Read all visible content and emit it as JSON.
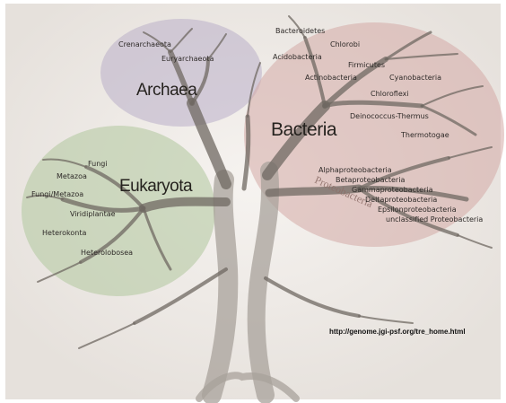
{
  "domains": {
    "archaea": {
      "title": "Archaea",
      "color": "#b9aec8",
      "groups": [
        "Crenarchaeota",
        "Euryarchaeota"
      ]
    },
    "bacteria": {
      "title": "Bacteria",
      "color": "#d4a9a5",
      "groups": [
        "Bacteroidetes",
        "Chlorobi",
        "Acidobacteria",
        "Firmicutes",
        "Actinobacteria",
        "Cyanobacteria",
        "Chloroflexi",
        "Deinococcus-Thermus",
        "Thermotogae"
      ],
      "proteobacteria": {
        "label": "Proteobacteria",
        "classes": [
          "Alphaproteobacteria",
          "Betaproteobacteria",
          "Gammaproteobacteria",
          "Deltaproteobacteria",
          "Epsilonproteobacteria",
          "unclassified Proteobacteria"
        ]
      }
    },
    "eukaryota": {
      "title": "Eukaryota",
      "color": "#b6c9a3",
      "groups": [
        "Fungi",
        "Metazoa",
        "Fungi/Metazoa",
        "Viridiplantae",
        "Heterokonta",
        "Heterolobosea"
      ]
    }
  },
  "source_url": "http://genome.jgi-psf.org/tre_home.html",
  "colors": {
    "background": "#f1ede9",
    "trunk": "#a8a19b",
    "branch": "#6f6862"
  }
}
